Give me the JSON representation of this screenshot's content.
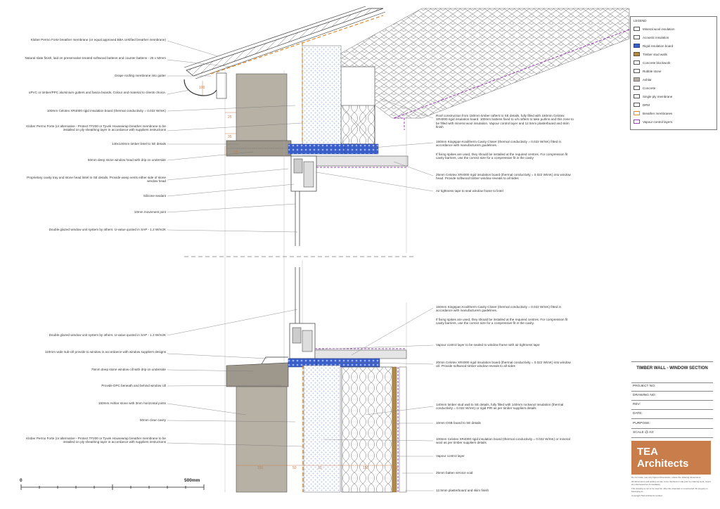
{
  "left_annotations": [
    "Klober Permo Forte breather membrane (or equal approved BBA certified breather membrane)",
    "Natural slate finish, laid on preservative treated softwood battens and counter battens - 25 x 50mm",
    "Drape roofing membrane into gutter",
    "uPVC or timber/PPC aluminium gutters and fascia boards. Colour and material to clients choice.",
    "100mm Celotex XR4000 rigid insulation board (thermal conductivity = 0.022 W/mK)",
    "Klober Permo Forte (or alternative - Protect TF200 or Tyvek Housewrap breather membrane to be installed on ply sheathing layer in accordance with suppliers instructions",
    "140x140mm timber lintel to SE details",
    "50mm deep stone window head with drip on underside",
    "Proprietary cavity tray and stone head lintel to SE details. Provide weep vents either side of stone window head",
    "Silicone sealant",
    "10mm movement joint",
    "Double glazed window unit system by others. U-value quoted in SAP - 1.2 W/m2K",
    "Double glazed window unit system by others. U-value quoted in SAP - 1.2 W/m2K",
    "110mm wide sub-cill provide to window in accordance with window suppliers designs",
    "75mm deep stone window cill with drip on underside",
    "Provide DPC beneath and behind window cill",
    "150mm Ashlar stone with 3mm horizontal joints",
    "50mm clear cavity",
    "Klober Permo Forte (or alternative - Protect TF200 or Tyvek Housewrap breather membrane to be installed on ply sheathing layer in accordance with suppliers instructions"
  ],
  "right_annotations": [
    "Roof construction from 150mm timber rafters to SE details, fully filled with 150mm Celotex XR4000 rigid insulation board. 100mm battens fixed to u/s rafters to take purlins and this zone to be filled with mineral wool insulation. Vapour control layer and 12.5mm plasterboard and skim finish",
    "150mm Kingspan Kooltherm Cavity Closer (thermal conductivity = 0.022 W/mK) fitted in accordance with manufacturers guidelines.",
    "If fixing spikes are used, they should be installed at the required centres. For compression fit cavity barriers, use the correct size for a compressive fit in the cavity",
    "25mm Celotex XR4000 rigid insulation board (thermal conductivity = 0.022 W/mK) into window head. Provide softwood timber window reveals to all sides",
    "Air tightness tape to seal window frame to lintel",
    "150mm Kingspan Kooltherm Cavity Closer (thermal conductivity = 0.022 W/mK) fitted in accordance with manufacturers guidelines.",
    "If fixing spikes are used, they should be installed at the required centres. For compression fit cavity barriers, use the correct size for a compressive fit in the cavity.",
    "Vapour control layer to be sealed to window frame with air tightness tape",
    "20mm Celotex XR4000 rigid insulation board (thermal conductivity = 0.022 W/mK) into window cill. Provide softwood timber window reveals to all sides",
    "140mm timber stud wall to SE details, fully filled with 140mm rockwool insulation (thermal conductivity = 0.022 W/mK) or rigid PIR as per timber suppliers details",
    "10mm OSB board to SE details",
    "100mm Celotex XR4000 rigid insulation board (thermal conductivity = 0.022 W/mK) or mineral wool as per timber suppliers details",
    "Vapour control layer",
    "25mm batten service void",
    "12.5mm plasterboard and skim finish"
  ],
  "dimensions": {
    "gutter": "100",
    "head_a": "25",
    "head_b": "35",
    "head_c": "50",
    "bottom": [
      "150",
      "50",
      "10",
      "150",
      "25"
    ]
  },
  "legend": {
    "title": "LEGEND",
    "items": [
      {
        "label": "Mineral wool insulation",
        "color": "#ffffff",
        "border": "#555555"
      },
      {
        "label": "Acoustic insulation",
        "color": "#ffffff",
        "border": "#555555"
      },
      {
        "label": "Rigid insulation board",
        "color": "#3b5fc9",
        "border": "#2a3f8f"
      },
      {
        "label": "Timber stud walls",
        "color": "#b08a4a",
        "border": "#6d5224"
      },
      {
        "label": "Concrete blockwork",
        "color": "#ffffff",
        "border": "#555555"
      },
      {
        "label": "Rubble stone",
        "color": "#ffffff",
        "border": "#555555"
      },
      {
        "label": "Ashlar",
        "color": "#b7b1a5",
        "border": "#777777"
      },
      {
        "label": "Concrete",
        "color": "#ffffff",
        "border": "#555555"
      },
      {
        "label": "Single ply membrane",
        "color": "#ffffff",
        "border": "#555555"
      },
      {
        "label": "DPM",
        "color": "#ffffff",
        "border": "#555555"
      },
      {
        "label": "Breather membranes",
        "color": "#ffffff",
        "border": "#e08a2a"
      },
      {
        "label": "Vapour control layers",
        "color": "#ffffff",
        "border": "#9b3fb5"
      }
    ]
  },
  "title_block": {
    "title": "TIMBER WALL - WINDOW SECTION",
    "fields": [
      "PROJECT NO:",
      "DRAWING NO:",
      "REV:",
      "DATE:",
      "PURPOSE:",
      "SCALE @ A3:"
    ],
    "logo_line1": "TEA",
    "logo_line2": "Architects",
    "notes": [
      "Do not scale, use only figured dimensions, unless the drawing dimensions.",
      "All dimensions and setting out are to be checked on site prior to ordering work, report any discrepancies immediately.",
      "This drawing is not to be used for other the intended or constructed. All property is belonging to.",
      "Copyright TEA Architects Limited"
    ]
  },
  "scale_bar": {
    "start": "0",
    "end": "500mm"
  },
  "colors": {
    "ashlar": "#b7b1a5",
    "rigid": "#3b5fc9",
    "breather": "#e08a2a",
    "vcl": "#9b3fb5",
    "timber": "#b08a4a",
    "logo": "#c87d4a"
  }
}
